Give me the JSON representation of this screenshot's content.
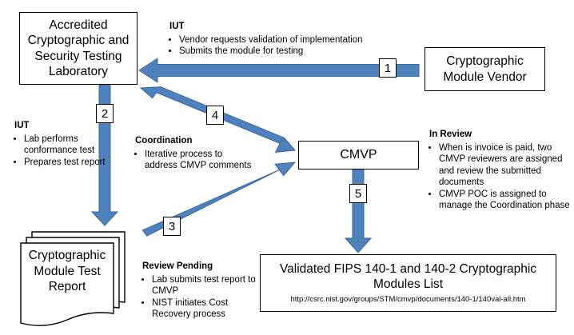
{
  "nodes": {
    "lab": {
      "lines": [
        "Accredited",
        "Cryptographic and",
        "Security Testing",
        "Laboratory"
      ]
    },
    "vendor": {
      "lines": [
        "Cryptographic",
        "Module Vendor"
      ]
    },
    "cmvp": {
      "label": "CMVP"
    },
    "report": {
      "lines": [
        "Cryptographic",
        "Module Test",
        "Report"
      ]
    },
    "fips": {
      "lines": [
        "Validated FIPS 140-1 and 140-2 Cryptographic",
        "Modules List"
      ],
      "url": "http://csrc.nist.gov/groups/STM/cmvp/documents/140-1/140val-all.htm"
    }
  },
  "steps": {
    "s1": "1",
    "s2": "2",
    "s3": "3",
    "s4": "4",
    "s5": "5"
  },
  "notes": {
    "iut_top": {
      "heading": "IUT",
      "bullets": [
        "Vendor requests validation of implementation",
        "Submits the module for testing"
      ]
    },
    "iut_left": {
      "heading": "IUT",
      "bullets": [
        "Lab performs conformance test",
        "Prepares test report"
      ]
    },
    "coordination": {
      "heading": "Coordination",
      "bullets": [
        "Iterative process to address CMVP comments"
      ]
    },
    "in_review": {
      "heading": "In Review",
      "bullets": [
        "When is invoice is paid, two CMVP reviewers are assigned and review the submitted documents",
        "CMVP POC is assigned to manage the Coordination phase"
      ]
    },
    "review_pending": {
      "heading": "Review Pending",
      "bullets": [
        "Lab submits test report to CMVP",
        "NIST initiates Cost Recovery process"
      ]
    }
  },
  "colors": {
    "arrow_fill": "#4f81bd",
    "arrow_stroke": "#3a6aa2",
    "box_border": "#000000"
  }
}
